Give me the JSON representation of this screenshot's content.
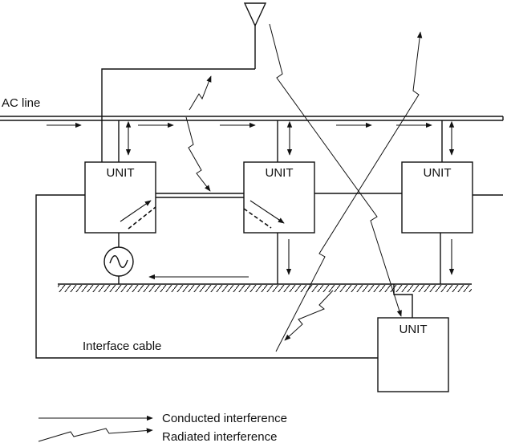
{
  "labels": {
    "ac_line": "AC line",
    "interface_cable": "Interface cable",
    "unit": "UNIT"
  },
  "legend": {
    "conducted": "Conducted interference",
    "radiated": "Radiated interference"
  },
  "colors": {
    "ink": "#111111",
    "background": "#ffffff"
  }
}
